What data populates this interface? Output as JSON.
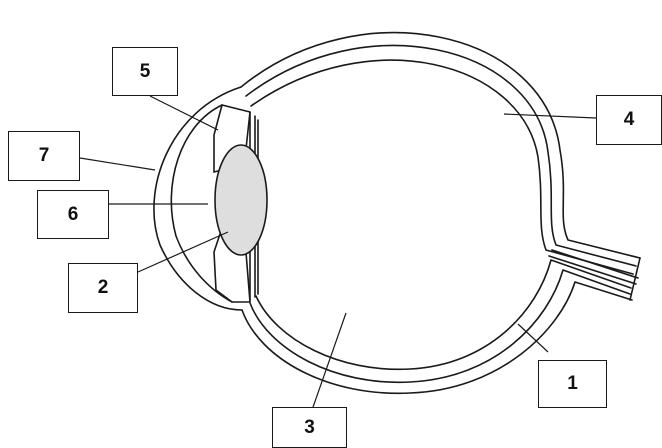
{
  "labels": {
    "l1": "1",
    "l2": "2",
    "l3": "3",
    "l4": "4",
    "l5": "5",
    "l6": "6",
    "l7": "7"
  },
  "colors": {
    "stroke": "#1a1a1a",
    "lens_fill": "#dedede",
    "background": "#ffffff"
  }
}
